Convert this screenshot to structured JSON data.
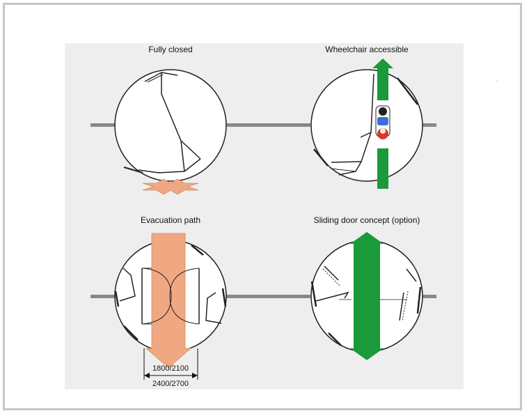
{
  "panels": [
    {
      "label": "Fully closed"
    },
    {
      "label": "Wheelchair accessible"
    },
    {
      "label": "Evacuation path"
    },
    {
      "label": "Sliding door concept (option)"
    }
  ],
  "dimensions": {
    "inner": "1800/2100",
    "outer": "2400/2700"
  },
  "colors": {
    "background": "#eeeeee",
    "rail": "#888888",
    "evacuation_arrow": "#f0a882",
    "green_arrow": "#1a9a3a",
    "frame_border": "#c6c6c6"
  }
}
